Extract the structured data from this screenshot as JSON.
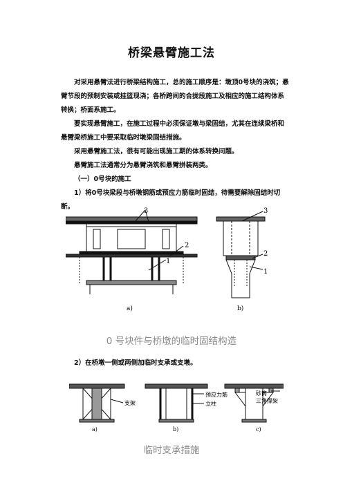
{
  "title": "桥梁悬臂施工法",
  "paragraphs": [
    "对采用悬臂法进行桥梁结构施工，总的施工顺序是：墩顶0号块的浇筑；悬臂节段的预制安装或挂篮现浇；各桥跨间的合拢段施工及相应的施工结构体系转换；桥面系施工。",
    "要实现悬臂施工，在施工过程中必须保证墩与梁固结，尤其在连续梁桥和悬臂梁桥施工中要采取临时墩梁固结措施。",
    "采用悬臂施工法，很有可能出现施工期的体系转换问题。",
    "悬臂施工法通常分为悬臂浇筑和悬臂拼装两类。"
  ],
  "section_heading": "（一）0号块的施工",
  "step1": "1）将0号块梁段与桥墩钢筋或预应力筋临时固结，待需要解除固结时切断。",
  "figure1": {
    "labels": [
      "3",
      "2",
      "1"
    ],
    "sub_a": "a)",
    "sub_b": "b)",
    "caption": "0 号块件与桥墩的临时固结构造"
  },
  "step2": "2）在桥墩一侧或两侧加临时支承或支墩。",
  "figure2": {
    "label_support": "支架",
    "label_strand": "预应力筋",
    "label_column": "立柱",
    "label_sand": "砂筒",
    "label_truss": "三角撑架",
    "sub_a": "a)",
    "sub_b": "b)",
    "sub_c": "c)",
    "caption": "临时支承措施"
  }
}
